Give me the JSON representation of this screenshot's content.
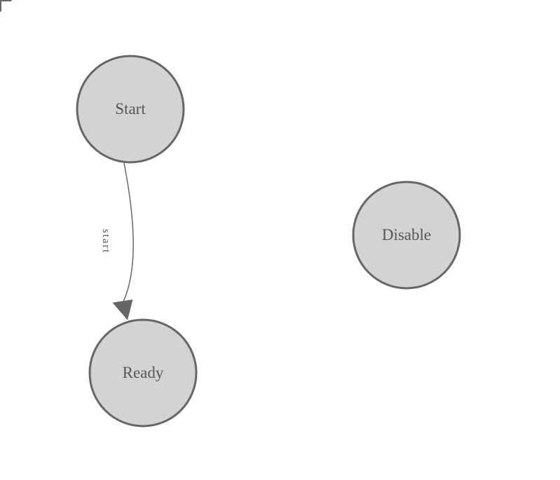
{
  "diagram": {
    "type": "state-diagram",
    "nodes": [
      {
        "id": "Start",
        "label": "Start"
      },
      {
        "id": "Ready",
        "label": "Ready"
      },
      {
        "id": "Disable",
        "label": "Disable"
      }
    ],
    "edges": [
      {
        "from": "Start",
        "to": "Ready",
        "label": "start"
      }
    ]
  },
  "colors": {
    "background": "#ffffff",
    "node_fill": "#d3d3d3",
    "node_stroke": "#666666",
    "edge_stroke": "#666666",
    "arrow_fill": "#666666",
    "node_text": "#55575e",
    "edge_text": "#4e5766",
    "corner_mark": "#666666"
  }
}
